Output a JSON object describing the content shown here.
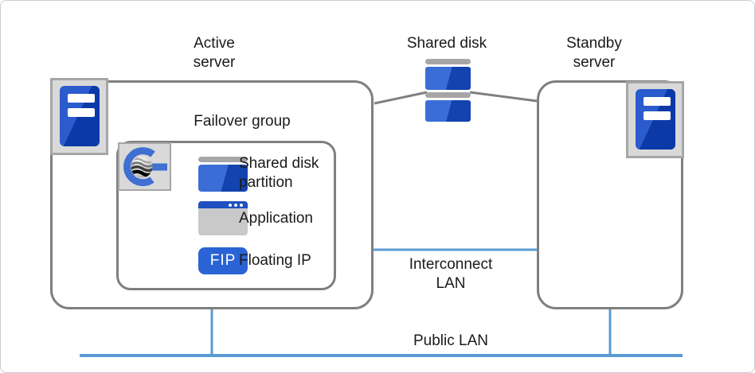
{
  "labels": {
    "active_server": "Active\nserver",
    "shared_disk": "Shared disk",
    "standby_server": "Standby\nserver",
    "interconnect_lan": "Interconnect\nLAN",
    "public_lan": "Public LAN"
  },
  "failover_group": {
    "title": "Failover group",
    "items": [
      {
        "name": "shared-disk-partition",
        "label": "Shared disk\npartition"
      },
      {
        "name": "application",
        "label": "Application"
      },
      {
        "name": "floating-ip",
        "badge": "FIP",
        "label": "Floating IP"
      }
    ]
  },
  "icons": {
    "active_server_icon": "server-tower-icon",
    "standby_server_icon": "server-tower-icon",
    "shared_disk_icon": "disk-stack-icon",
    "cluster_logo": "cluster-g-logo",
    "application_icon": "application-window-icon",
    "partition_icon": "disk-partition-icon"
  },
  "colors": {
    "primary_blue": "#2a5fd0",
    "dark_blue": "#1243ae",
    "lan_line_blue": "#5b9bd5",
    "border_gray": "#7f7f7f",
    "connector_gray": "#808080",
    "panel_gray": "#d9d9d9",
    "icon_gray": "#a6a6a6"
  }
}
